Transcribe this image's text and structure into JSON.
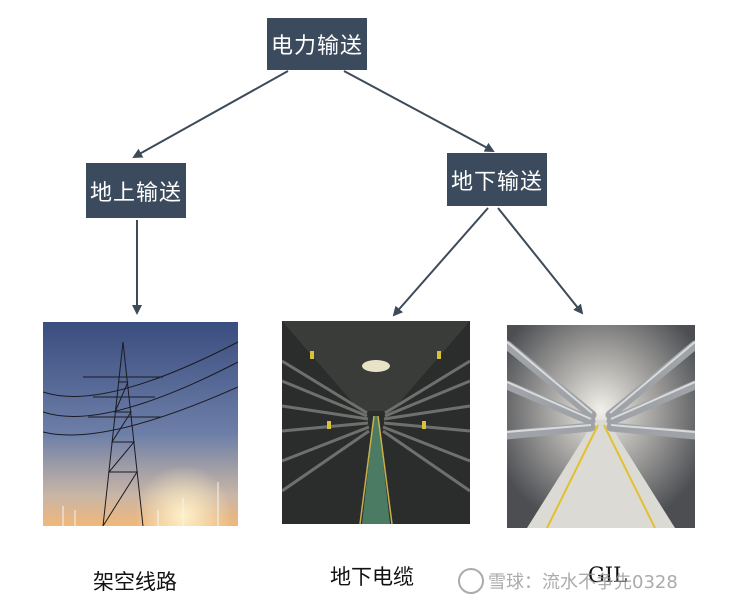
{
  "nodes": {
    "root": "电力输送",
    "above": "地上输送",
    "under": "地下输送"
  },
  "captions": {
    "overhead": "架空线路",
    "cable": "地下电缆",
    "gil": "GIL"
  },
  "watermark": "雪球：流水不争先0328",
  "colors": {
    "node_fill": "#3b4a5c",
    "arrow": "#3d4a58"
  }
}
